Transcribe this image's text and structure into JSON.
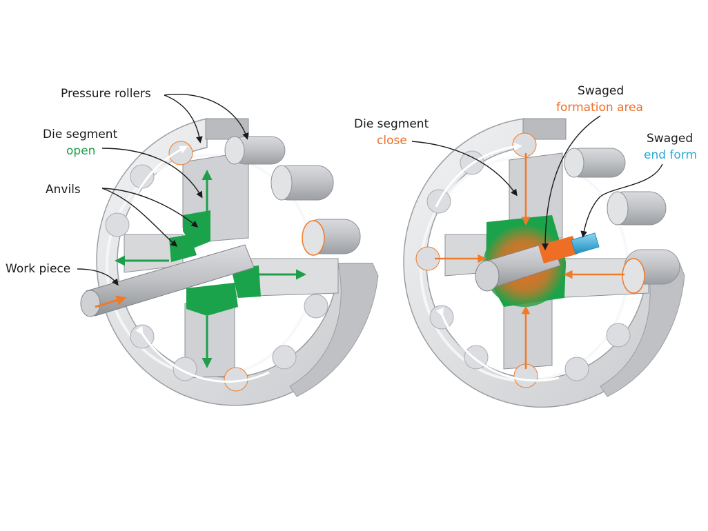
{
  "colors": {
    "background": "#ffffff",
    "steel_light": "#e6e7e9",
    "steel_mid": "#cfd1d4",
    "steel_dark": "#a9acb0",
    "steel_edge": "#8d9094",
    "die_green": "#1aa34a",
    "arrow_green": "#1e9e48",
    "arrow_orange": "#f07a28",
    "swage_orange": "#ee6e25",
    "endform_blue": "#29a6d6",
    "label_text": "#1a1a1a"
  },
  "left_diagram": {
    "labels": {
      "pressure_rollers": "Pressure rollers",
      "die_segment": "Die segment",
      "die_state": "open",
      "anvils": "Anvils",
      "work_piece": "Work piece"
    }
  },
  "right_diagram": {
    "labels": {
      "swaged": "Swaged",
      "formation_area": "formation area",
      "die_segment": "Die segment",
      "die_state": "close",
      "swaged_end": "Swaged",
      "end_form": "end form"
    }
  },
  "icons": {
    "rotation_arrow": "rotation-arrow-icon",
    "direction_arrow": "direction-arrow-icon"
  }
}
